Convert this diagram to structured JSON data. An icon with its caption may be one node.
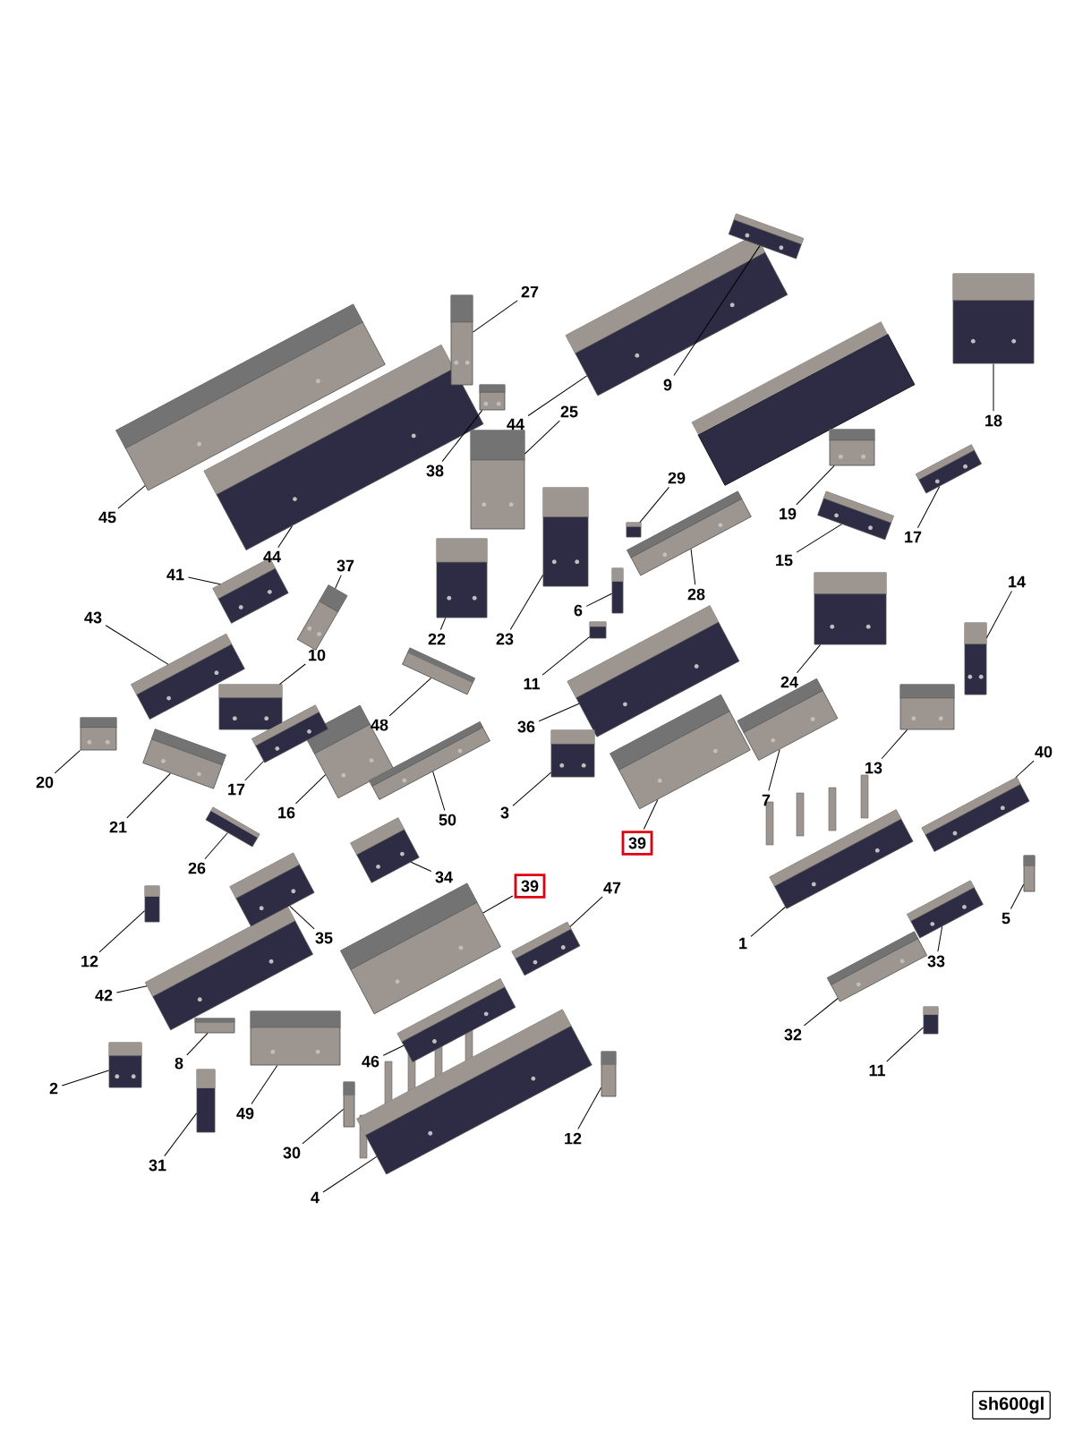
{
  "diagram": {
    "nodes": [
      {
        "text": [
          "27"
        ]
      },
      {
        "text": [],
        "shape": "picture"
      },
      {
        "text": [
          "45"
        ]
      },
      {
        "text": [],
        "shape": "picture"
      },
      {
        "text": [
          "44"
        ]
      },
      {
        "text": [],
        "shape": "picture"
      },
      {
        "text": [
          "38"
        ]
      },
      {
        "text": [],
        "shape": "picture"
      },
      {
        "text": [
          "44"
        ]
      },
      {
        "text": [],
        "shape": "picture"
      },
      {
        "text": [
          "25"
        ]
      },
      {
        "text": [],
        "shape": "picture"
      },
      {
        "text": [
          "9"
        ]
      },
      {
        "text": [],
        "shape": "picture"
      },
      {
        "text": [
          "18"
        ]
      },
      {
        "text": [],
        "shape": "picture"
      },
      {
        "text": [
          "29"
        ]
      },
      {
        "text": [],
        "shape": "picture"
      },
      {
        "text": [
          "19"
        ]
      },
      {
        "text": [],
        "shape": "picture"
      },
      {
        "text": [
          "17"
        ]
      },
      {
        "text": [],
        "shape": "picture"
      },
      {
        "text": [
          "15"
        ]
      },
      {
        "text": [],
        "shape": "picture"
      },
      {
        "text": [
          "14"
        ]
      },
      {
        "text": [],
        "shape": "picture"
      },
      {
        "text": [
          "28"
        ]
      },
      {
        "text": [],
        "shape": "picture"
      },
      {
        "text": [
          "6"
        ]
      },
      {
        "text": [],
        "shape": "picture"
      },
      {
        "text": [
          "22"
        ]
      },
      {
        "text": [],
        "shape": "picture"
      },
      {
        "text": [
          "23"
        ]
      },
      {
        "text": [],
        "shape": "picture"
      },
      {
        "text": [
          "11"
        ]
      },
      {
        "text": [],
        "shape": "picture"
      },
      {
        "text": [
          "36"
        ]
      },
      {
        "text": [],
        "shape": "picture"
      },
      {
        "text": [
          "24"
        ]
      },
      {
        "text": [],
        "shape": "picture"
      },
      {
        "text": [
          "37"
        ]
      },
      {
        "text": [],
        "shape": "picture"
      },
      {
        "text": [
          "41"
        ]
      },
      {
        "text": [],
        "shape": "picture"
      },
      {
        "text": [
          "43"
        ]
      },
      {
        "text": [],
        "shape": "picture"
      },
      {
        "text": [
          "10"
        ]
      },
      {
        "text": [],
        "shape": "picture"
      },
      {
        "text": [
          "20"
        ]
      },
      {
        "text": [],
        "shape": "picture"
      },
      {
        "text": [
          "21"
        ]
      },
      {
        "text": [],
        "shape": "picture"
      },
      {
        "text": [
          "17"
        ]
      },
      {
        "text": [],
        "shape": "picture"
      },
      {
        "text": [
          "16"
        ]
      },
      {
        "text": [],
        "shape": "picture"
      },
      {
        "text": [
          "48"
        ]
      },
      {
        "text": [],
        "shape": "picture"
      },
      {
        "text": [
          "50"
        ]
      },
      {
        "text": [],
        "shape": "picture"
      },
      {
        "text": [
          "3"
        ]
      },
      {
        "text": [],
        "shape": "picture"
      },
      {
        "text": [
          "13"
        ]
      },
      {
        "text": [],
        "shape": "picture"
      },
      {
        "text": [
          "7"
        ]
      },
      {
        "text": [],
        "shape": "picture"
      },
      {
        "text": [
          "40"
        ]
      },
      {
        "text": [],
        "shape": "picture"
      },
      {
        "text": [
          "39"
        ]
      },
      {
        "text": [],
        "shape": "picture"
      },
      {
        "text": [
          "26"
        ]
      },
      {
        "text": [],
        "shape": "picture"
      },
      {
        "text": [
          "34"
        ]
      },
      {
        "text": [],
        "shape": "picture"
      },
      {
        "text": [
          "35"
        ]
      },
      {
        "text": [],
        "shape": "picture"
      },
      {
        "text": [
          "39"
        ]
      },
      {
        "text": [],
        "shape": "picture"
      },
      {
        "text": [
          "47"
        ]
      },
      {
        "text": [],
        "shape": "picture"
      },
      {
        "text": [
          "12"
        ]
      },
      {
        "text": [],
        "shape": "picture"
      },
      {
        "text": [
          "42"
        ]
      },
      {
        "text": [],
        "shape": "picture"
      },
      {
        "text": [
          "1"
        ]
      },
      {
        "text": [],
        "shape": "picture"
      },
      {
        "text": [
          "5"
        ]
      },
      {
        "text": [],
        "shape": "picture"
      },
      {
        "text": [
          "33"
        ]
      },
      {
        "text": [],
        "shape": "picture"
      },
      {
        "text": [
          "2"
        ]
      },
      {
        "text": [],
        "shape": "picture"
      },
      {
        "text": [
          "8"
        ]
      },
      {
        "text": [],
        "shape": "picture"
      },
      {
        "text": [
          "46"
        ]
      },
      {
        "text": [],
        "shape": "picture"
      },
      {
        "text": [
          "32"
        ]
      },
      {
        "text": [],
        "shape": "picture"
      },
      {
        "text": [
          "49"
        ]
      },
      {
        "text": [],
        "shape": "picture"
      },
      {
        "text": [
          "11"
        ]
      },
      {
        "text": [],
        "shape": "picture"
      },
      {
        "text": [
          "31"
        ]
      },
      {
        "text": [],
        "shape": "picture"
      },
      {
        "text": [
          "30"
        ]
      },
      {
        "text": [],
        "shape": "picture"
      },
      {
        "text": [
          "12"
        ]
      },
      {
        "text": [],
        "shape": "picture"
      },
      {
        "text": [
          "4"
        ]
      },
      {
        "text": [],
        "shape": "picture"
      },
      {
        "text": [
          "sh600gl"
        ]
      }
    ],
    "edges": [
      {
        "from": 0,
        "to": 1,
        "arrow": "none"
      },
      {
        "from": 2,
        "to": 3,
        "arrow": "none"
      },
      {
        "from": 4,
        "to": 5,
        "arrow": "none"
      },
      {
        "from": 6,
        "to": 7,
        "arrow": "none"
      },
      {
        "from": 8,
        "to": 9,
        "arrow": "none"
      },
      {
        "from": 10,
        "to": 11,
        "arrow": "none"
      },
      {
        "from": 12,
        "to": 13,
        "arrow": "none"
      },
      {
        "from": 14,
        "to": 15,
        "arrow": "none"
      },
      {
        "from": 16,
        "to": 17,
        "arrow": "none"
      },
      {
        "from": 18,
        "to": 19,
        "arrow": "none"
      },
      {
        "from": 20,
        "to": 21,
        "arrow": "none"
      },
      {
        "from": 22,
        "to": 23,
        "arrow": "none"
      },
      {
        "from": 24,
        "to": 25,
        "arrow": "none"
      },
      {
        "from": 26,
        "to": 27,
        "arrow": "none"
      },
      {
        "from": 28,
        "to": 29,
        "arrow": "none"
      },
      {
        "from": 30,
        "to": 31,
        "arrow": "none"
      },
      {
        "from": 32,
        "to": 33,
        "arrow": "none"
      },
      {
        "from": 34,
        "to": 35,
        "arrow": "none"
      },
      {
        "from": 36,
        "to": 37,
        "arrow": "none"
      },
      {
        "from": 38,
        "to": 39,
        "arrow": "none"
      },
      {
        "from": 40,
        "to": 41,
        "arrow": "none"
      },
      {
        "from": 42,
        "to": 43,
        "arrow": "none"
      },
      {
        "from": 44,
        "to": 45,
        "arrow": "none"
      },
      {
        "from": 46,
        "to": 47,
        "arrow": "none"
      },
      {
        "from": 48,
        "to": 49,
        "arrow": "none"
      },
      {
        "from": 50,
        "to": 51,
        "arrow": "none"
      },
      {
        "from": 52,
        "to": 53,
        "arrow": "none"
      },
      {
        "from": 54,
        "to": 55,
        "arrow": "none"
      },
      {
        "from": 56,
        "to": 57,
        "arrow": "none"
      },
      {
        "from": 58,
        "to": 59,
        "arrow": "none"
      },
      {
        "from": 60,
        "to": 61,
        "arrow": "none"
      },
      {
        "from": 62,
        "to": 63,
        "arrow": "none"
      },
      {
        "from": 64,
        "to": 65,
        "arrow": "none"
      },
      {
        "from": 66,
        "to": 67,
        "arrow": "none"
      },
      {
        "from": 68,
        "to": 69,
        "arrow": "none"
      },
      {
        "from": 70,
        "to": 71,
        "arrow": "none"
      },
      {
        "from": 72,
        "to": 73,
        "arrow": "none"
      },
      {
        "from": 74,
        "to": 75,
        "arrow": "none"
      },
      {
        "from": 76,
        "to": 77,
        "arrow": "none"
      },
      {
        "from": 78,
        "to": 79,
        "arrow": "none"
      },
      {
        "from": 80,
        "to": 81,
        "arrow": "none"
      },
      {
        "from": 82,
        "to": 83,
        "arrow": "none"
      },
      {
        "from": 84,
        "to": 85,
        "arrow": "none"
      },
      {
        "from": 86,
        "to": 87,
        "arrow": "none"
      },
      {
        "from": 88,
        "to": 89,
        "arrow": "none"
      },
      {
        "from": 90,
        "to": 91,
        "arrow": "none"
      },
      {
        "from": 92,
        "to": 93,
        "arrow": "none"
      },
      {
        "from": 94,
        "to": 95,
        "arrow": "none"
      },
      {
        "from": 96,
        "to": 97,
        "arrow": "none"
      },
      {
        "from": 98,
        "to": 99,
        "arrow": "none"
      },
      {
        "from": 100,
        "to": 101,
        "arrow": "none"
      },
      {
        "from": 102,
        "to": 103,
        "arrow": "none"
      },
      {
        "from": 104,
        "to": 105,
        "arrow": "none"
      },
      {
        "from": 106,
        "to": 107,
        "arrow": "none"
      },
      {
        "from": 108,
        "to": 109,
        "arrow": "none"
      }
    ]
  }
}
